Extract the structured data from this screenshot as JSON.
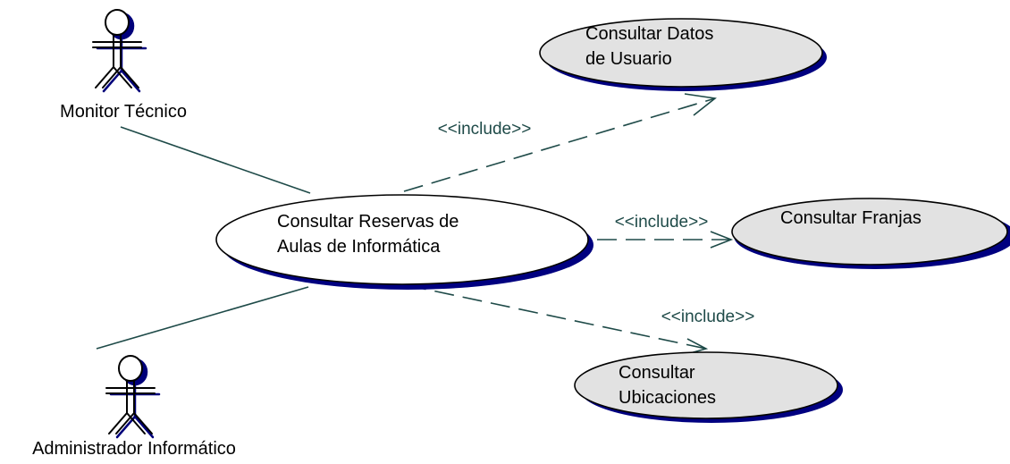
{
  "diagram": {
    "actors": [
      {
        "id": "monitor",
        "name": "Monitor Técnico"
      },
      {
        "id": "admin",
        "name": "Administrador Informático"
      }
    ],
    "use_cases": {
      "main": {
        "lines": [
          "Consultar Reservas de",
          "Aulas de Informática"
        ]
      },
      "datos": {
        "lines": [
          "Consultar Datos",
          "de Usuario"
        ]
      },
      "franjas": {
        "lines": [
          "Consultar Franjas"
        ]
      },
      "ubicaciones": {
        "lines": [
          "Consultar",
          "Ubicaciones"
        ]
      }
    },
    "relations": [
      {
        "from": "main",
        "to": "datos",
        "label": "<<include>>"
      },
      {
        "from": "main",
        "to": "franjas",
        "label": "<<include>>"
      },
      {
        "from": "main",
        "to": "ubicaciones",
        "label": "<<include>>"
      }
    ],
    "associations": [
      {
        "actor": "monitor",
        "use_case": "main"
      },
      {
        "actor": "admin",
        "use_case": "main"
      }
    ]
  }
}
